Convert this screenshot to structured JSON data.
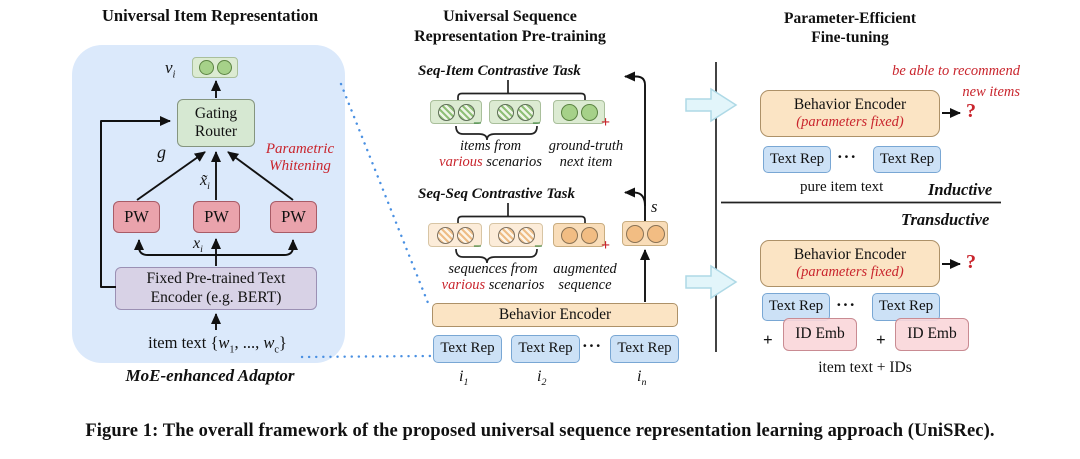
{
  "figure": {
    "caption": "Figure 1: The overall framework of the proposed universal sequence representation learning approach (UniSRec)."
  },
  "colors": {
    "panel_blue": "#dbe9fb",
    "box_green": "#d6e8d2",
    "box_pink": "#eaa3ac",
    "box_purple": "#d8d2e6",
    "box_orange": "#fbe4c4",
    "box_blue": "#cce1f6",
    "box_rose": "#f9d6d9",
    "red_accent": "#c9252d",
    "minus_green": "#2c7a2c",
    "dotted_blue": "#4a90e2"
  },
  "left_panel": {
    "title": "Universal Item Representation",
    "vi_base": "v",
    "vi_sub": "i",
    "gating_line1": "Gating",
    "gating_line2": "Router",
    "g": "g",
    "whitening_line1": "Parametric",
    "whitening_line2": "Whitening",
    "xtilde_base": "x̃",
    "xtilde_sub": "i",
    "pw": [
      "PW",
      "PW",
      "PW"
    ],
    "xi_base": "x",
    "xi_sub": "i",
    "encoder_line1": "Fixed Pre-trained Text",
    "encoder_line2": "Encoder (e.g. BERT)",
    "item_text": {
      "pre": "item text {",
      "w1": "w",
      "sub1": "1",
      "mid": ", ..., ",
      "w2": "w",
      "sub2": "c",
      "post": "}"
    },
    "adaptor": "MoE-enhanced Adaptor"
  },
  "middle_panel": {
    "title1": "Universal Sequence",
    "title2": "Representation Pre-training",
    "seq_item_task": "Seq-Item Contrastive Task",
    "seq_seq_task": "Seq-Seq Contrastive Task",
    "minus": "−",
    "plus": "+",
    "items_line1": "items from",
    "various": "various",
    "scenarios": " scenarios",
    "gt_line1": "ground-truth",
    "gt_line2": "next item",
    "seqs_line1": "sequences from",
    "aug_line1": "augmented",
    "aug_line2": "sequence",
    "s": "s",
    "behavior_encoder": "Behavior Encoder",
    "text_rep": "Text Rep",
    "dots": "···",
    "i_base": "i",
    "i1_sub": "1",
    "i2_sub": "2",
    "in_sub": "n"
  },
  "right_panel": {
    "title1": "Parameter-Efficient",
    "title2": "Fine-tuning",
    "note1": "be able to recommend",
    "note2": "new items",
    "behavior_encoder": "Behavior Encoder",
    "params_fixed": "(parameters fixed)",
    "q": "?",
    "text_rep": "Text Rep",
    "dots": "···",
    "pure_item_text": "pure item text",
    "inductive": "Inductive",
    "transductive": "Transductive",
    "plus": "+",
    "id_emb": "ID Emb",
    "item_text_ids": "item text + IDs"
  }
}
